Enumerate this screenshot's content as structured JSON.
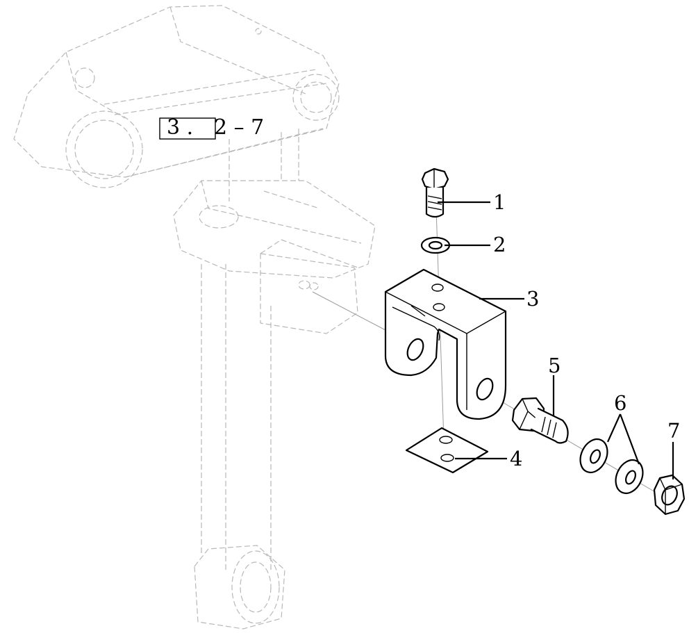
{
  "reference": {
    "box_text": "3 .",
    "tail_text": "2 – 7"
  },
  "callouts": [
    {
      "id": "1",
      "label": "1"
    },
    {
      "id": "2",
      "label": "2"
    },
    {
      "id": "3",
      "label": "3"
    },
    {
      "id": "4",
      "label": "4"
    },
    {
      "id": "5",
      "label": "5"
    },
    {
      "id": "6",
      "label": "6"
    },
    {
      "id": "7",
      "label": "7"
    }
  ],
  "colors": {
    "line": "#000000",
    "ghost": "#b8b8b8",
    "background": "#ffffff"
  }
}
